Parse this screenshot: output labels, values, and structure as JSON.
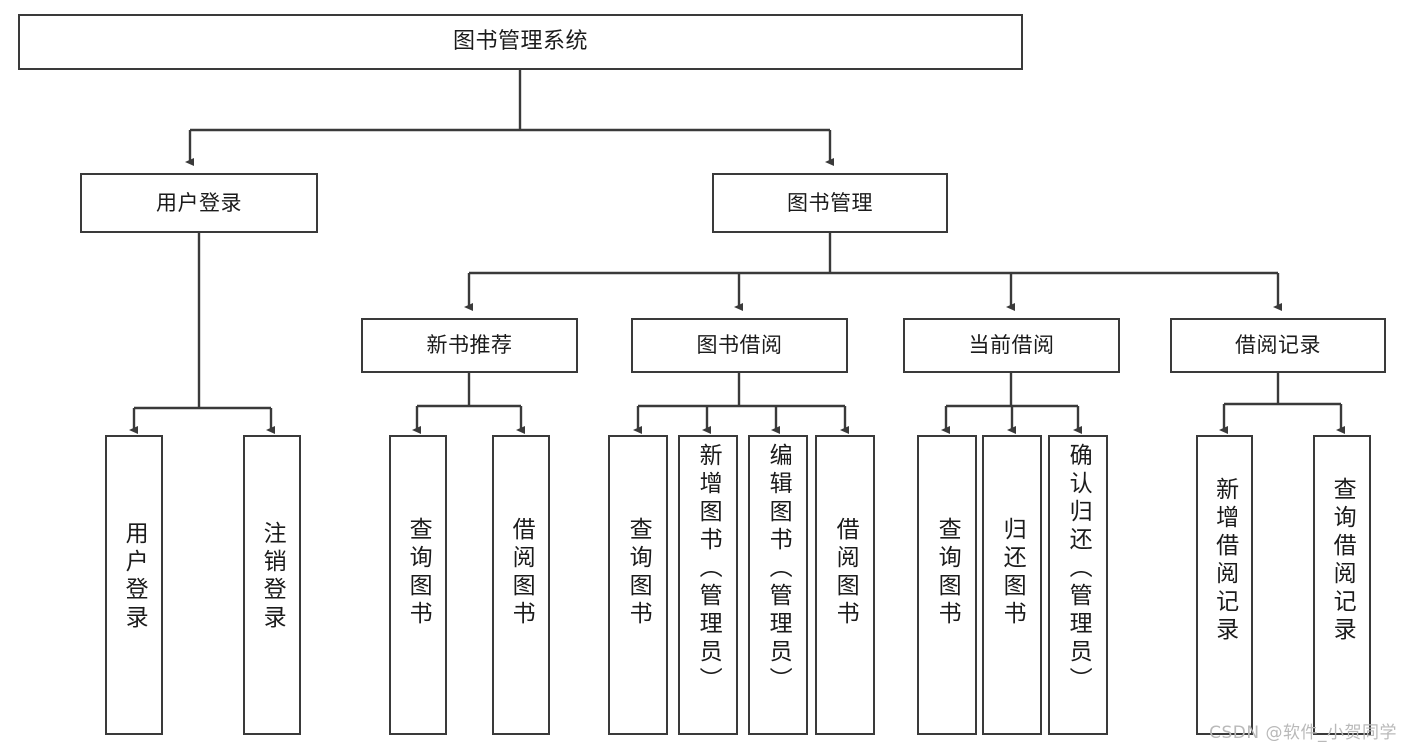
{
  "diagram": {
    "title": "图书管理系统",
    "type": "tree",
    "watermark": "CSDN @软件_小贺同学",
    "stroke_color": "#3a3a3a",
    "fill_color": "#ffffff",
    "text_color": "#1b1b1b",
    "watermark_color": "#b9b9b9"
  },
  "nodes": {
    "root": {
      "label": "图书管理系统"
    },
    "level1": [
      {
        "label": "用户登录"
      },
      {
        "label": "图书管理"
      }
    ],
    "level2": [
      {
        "label": "新书推荐"
      },
      {
        "label": "图书借阅"
      },
      {
        "label": "当前借阅"
      },
      {
        "label": "借阅记录"
      }
    ],
    "leaves": {
      "user_login": [
        {
          "label": "用户登录"
        },
        {
          "label": "注销登录"
        }
      ],
      "new_book": [
        {
          "label": "查询图书"
        },
        {
          "label": "借阅图书"
        }
      ],
      "borrow_book": [
        {
          "label": "查询图书"
        },
        {
          "label": "新增图书（管理员）"
        },
        {
          "label": "编辑图书（管理员）"
        },
        {
          "label": "借阅图书"
        }
      ],
      "current_borrow": [
        {
          "label": "查询图书"
        },
        {
          "label": "归还图书"
        },
        {
          "label": "确认归还（管理员）"
        }
      ],
      "borrow_record": [
        {
          "label": "新增借阅记录"
        },
        {
          "label": "查询借阅记录"
        }
      ]
    }
  },
  "edges": [
    {
      "from": "图书管理系统",
      "to": "用户登录"
    },
    {
      "from": "图书管理系统",
      "to": "图书管理"
    },
    {
      "from": "图书管理",
      "to": "新书推荐"
    },
    {
      "from": "图书管理",
      "to": "图书借阅"
    },
    {
      "from": "图书管理",
      "to": "当前借阅"
    },
    {
      "from": "图书管理",
      "to": "借阅记录"
    },
    {
      "from": "用户登录",
      "to": "用户登录"
    },
    {
      "from": "用户登录",
      "to": "注销登录"
    },
    {
      "from": "新书推荐",
      "to": "查询图书"
    },
    {
      "from": "新书推荐",
      "to": "借阅图书"
    },
    {
      "from": "图书借阅",
      "to": "查询图书"
    },
    {
      "from": "图书借阅",
      "to": "新增图书（管理员）"
    },
    {
      "from": "图书借阅",
      "to": "编辑图书（管理员）"
    },
    {
      "from": "图书借阅",
      "to": "借阅图书"
    },
    {
      "from": "当前借阅",
      "to": "查询图书"
    },
    {
      "from": "当前借阅",
      "to": "归还图书"
    },
    {
      "from": "当前借阅",
      "to": "确认归还（管理员）"
    },
    {
      "from": "借阅记录",
      "to": "新增借阅记录"
    },
    {
      "from": "借阅记录",
      "to": "查询借阅记录"
    }
  ]
}
